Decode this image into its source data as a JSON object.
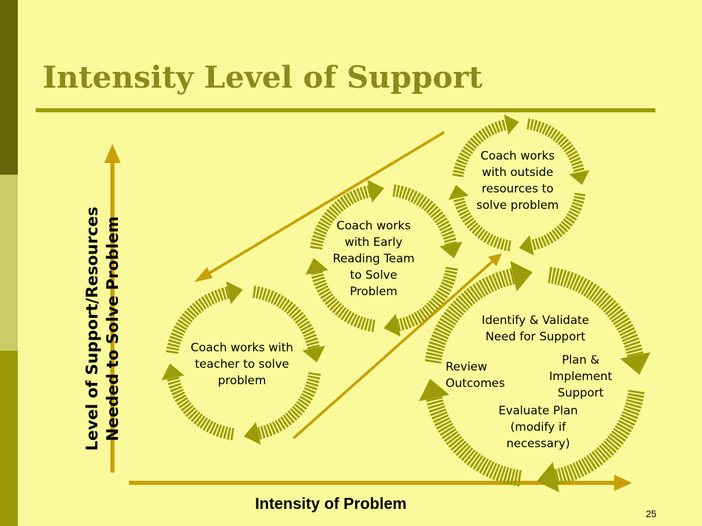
{
  "slide": {
    "title": "Intensity Level of Support",
    "page_number": "25",
    "colors": {
      "background": "#FAFA9C",
      "title": "#8C8A1C",
      "cycle_arrow": "#9C9C0A",
      "axis_arrow": "#C8A00A"
    }
  },
  "axes": {
    "y_label": "Level of Support/Resources\nNeeded to Solve Problem",
    "x_label": "Intensity of Problem"
  },
  "cycles": [
    {
      "label": "Coach works with\nteacher to solve\nproblem"
    },
    {
      "label": "Coach works\nwith Early\nReading Team\nto Solve\nProblem"
    },
    {
      "label": "Coach works\nwith outside\nresources to\nsolve problem"
    }
  ],
  "problem_solving_cycle": {
    "steps": [
      "Identify & Validate\nNeed for Support",
      "Plan &\nImplement\nSupport",
      "Evaluate Plan\n(modify if\nnecessary)",
      "Review\nOutcomes"
    ]
  }
}
